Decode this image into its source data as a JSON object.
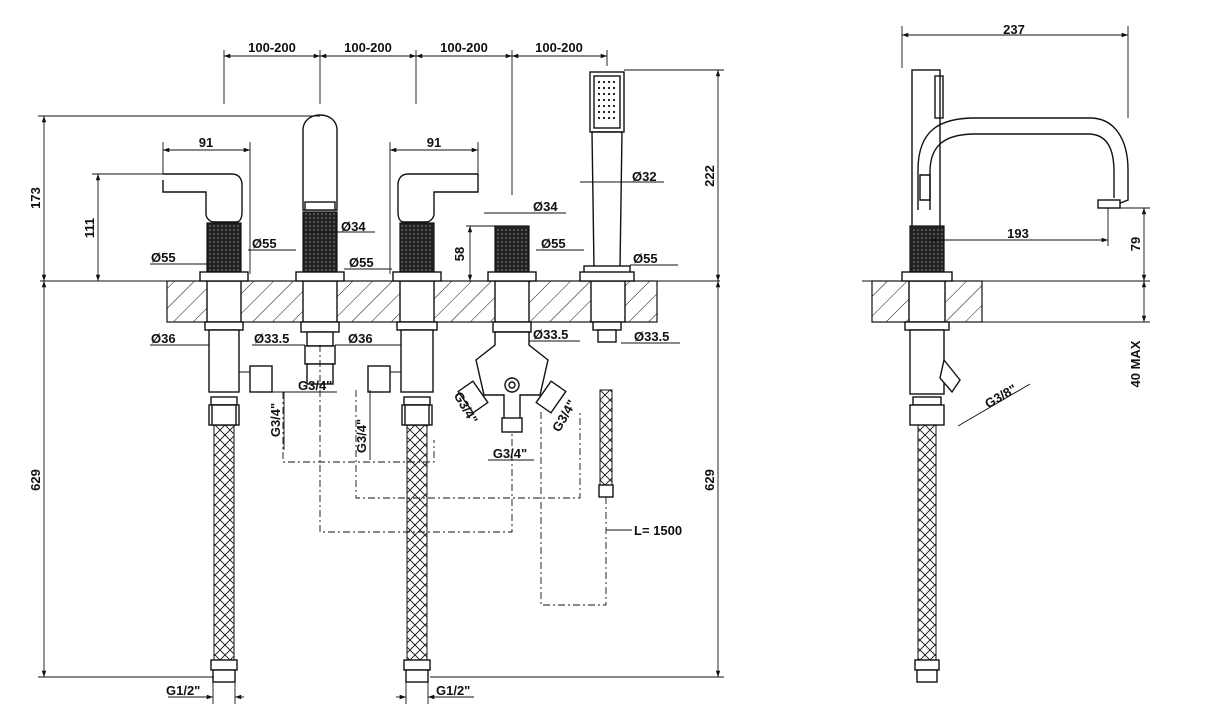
{
  "colors": {
    "line": "#111111",
    "background": "#ffffff"
  },
  "front_view": {
    "spacing": [
      "100-200",
      "100-200",
      "100-200",
      "100-200"
    ],
    "handle_reach_left": "91",
    "handle_reach_right": "91",
    "overall_height": "173",
    "handle_height": "111",
    "valve_height": "58",
    "total_height_above_deck": "222",
    "below_deck_height_left": "629",
    "below_deck_height_right": "629",
    "hand_shower_diameter": "Ø32",
    "spout_collar_diameter": "Ø34",
    "diverter_collar_diameter": "Ø34",
    "base_left_diameter": "Ø55",
    "base_spout_diameter": "Ø55",
    "base_right_handle_diameter": "Ø55",
    "base_diverter_diameter": "Ø55",
    "base_shower_diameter": "Ø55",
    "shank_left": "Ø36",
    "shank_spout": "Ø33.5",
    "shank_right": "Ø36",
    "shank_diverter": "Ø33.5",
    "shank_shower": "Ø33.5",
    "thread_spout_horizontal": "G3/4\"",
    "thread_spout_vertical": "G3/4\"",
    "thread_right_vertical": "G3/4\"",
    "thread_diverter_left": "G3/4\"",
    "thread_diverter_bottom": "G3/4\"",
    "thread_diverter_right": "G3/4\"",
    "hose_length": "L= 1500",
    "hose_thread_left": "G1/2\"",
    "hose_thread_right": "G1/2\""
  },
  "side_view": {
    "depth": "237",
    "spout_reach": "193",
    "spout_height": "79",
    "deck_thickness": "40 MAX",
    "thread": "G3/8\""
  }
}
